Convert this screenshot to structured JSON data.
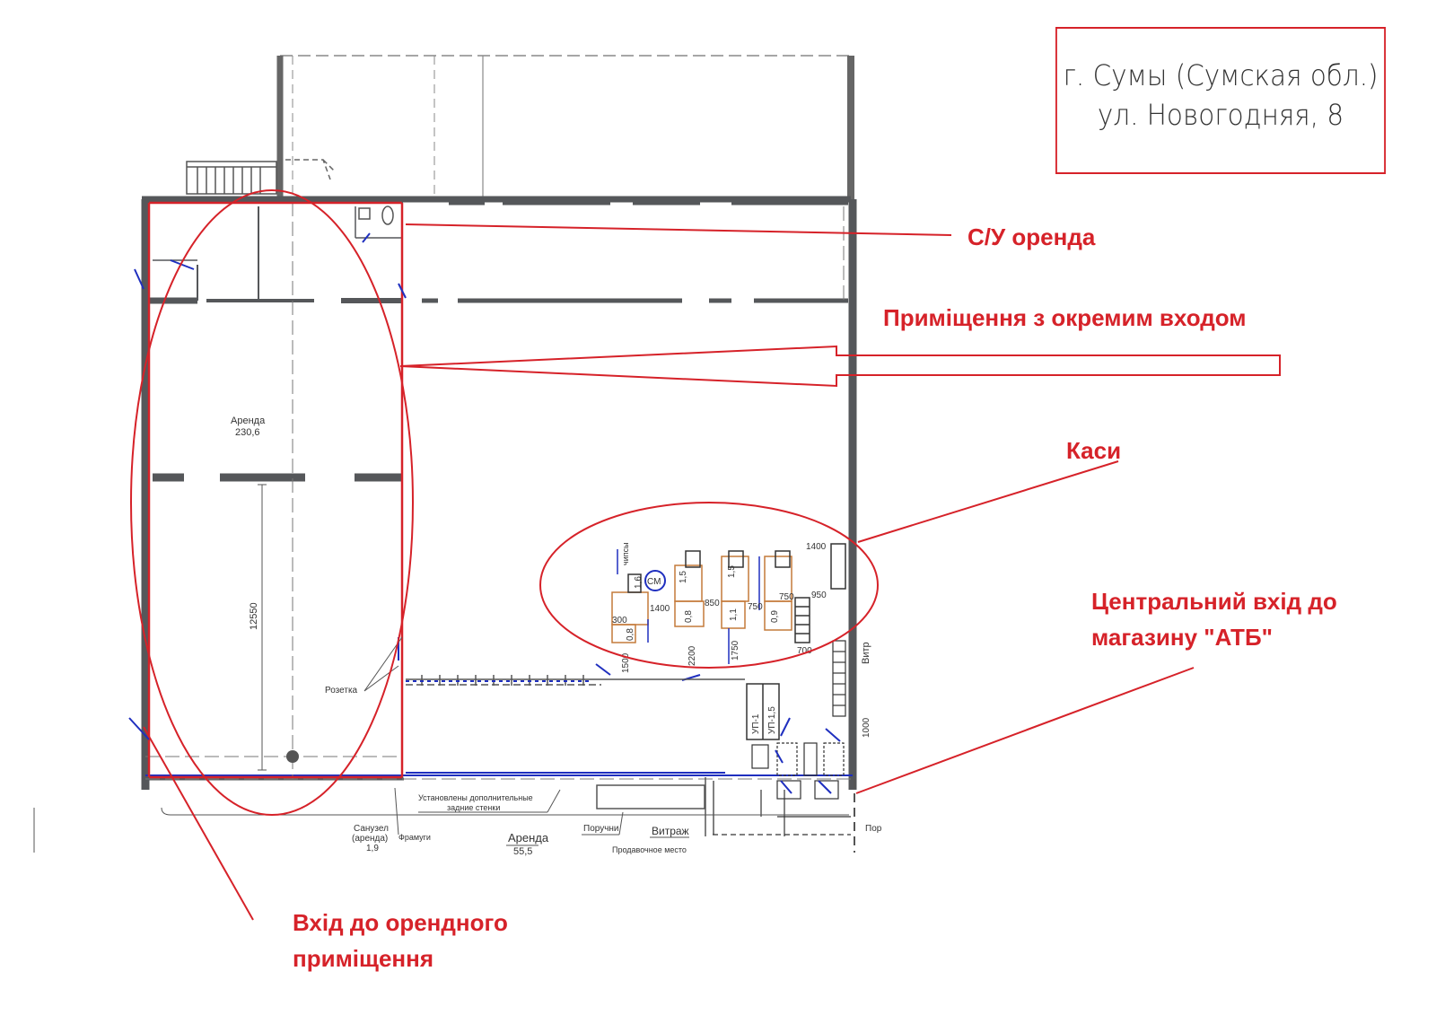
{
  "address": {
    "line1": "г. Сумы (Сумская обл.)",
    "line2": "ул. Новогодняя, 8"
  },
  "callouts": {
    "su_rent": "С/У оренда",
    "separate_entrance": "Приміщення з окремим входом",
    "cashiers": "Каси",
    "central_entrance_l1": "Центральний вхід до",
    "central_entrance_l2": "магазину \"АТБ\"",
    "rent_entrance_l1": "Вхід до орендного",
    "rent_entrance_l2": "приміщення"
  },
  "plan_labels": {
    "rent_name": "Аренда",
    "rent_area": "230,6",
    "dim_12550": "12550",
    "sockets": "Розетка",
    "extra_walls_l1": "Установлены дополнительные",
    "extra_walls_l2": "задние стенки",
    "wc_l1": "Санузел",
    "wc_l2": "(аренда)",
    "wc_l3": "1,9",
    "frames": "Фрамуги",
    "rent2_name": "Аренда",
    "rent2_area": "55,5",
    "handrails": "Поручни",
    "showcase": "Витраж",
    "showcase2": "Витр",
    "porch": "Пор",
    "sale_place": "Продавочное место",
    "d1400a": "1400",
    "d1400b": "1400",
    "d850": "850",
    "d750a": "750",
    "d750b": "750",
    "d950": "950",
    "d2200": "2200",
    "d1750": "1750",
    "d1500": "1500",
    "d700": "700",
    "d300": "300",
    "d1000": "1000",
    "v08a": "0,8",
    "v08b": "0,8",
    "v16": "1,6",
    "v15a": "1,5",
    "v15b": "1,5",
    "v11": "1,1",
    "v09": "0,9",
    "up1": "УП-1",
    "up15": "УП-1,5",
    "sm": "СМ",
    "chips": "чипсы"
  },
  "colors": {
    "callout_red": "#d62229",
    "wall_gray": "#55575a",
    "door_blue": "#1f2fbf"
  }
}
